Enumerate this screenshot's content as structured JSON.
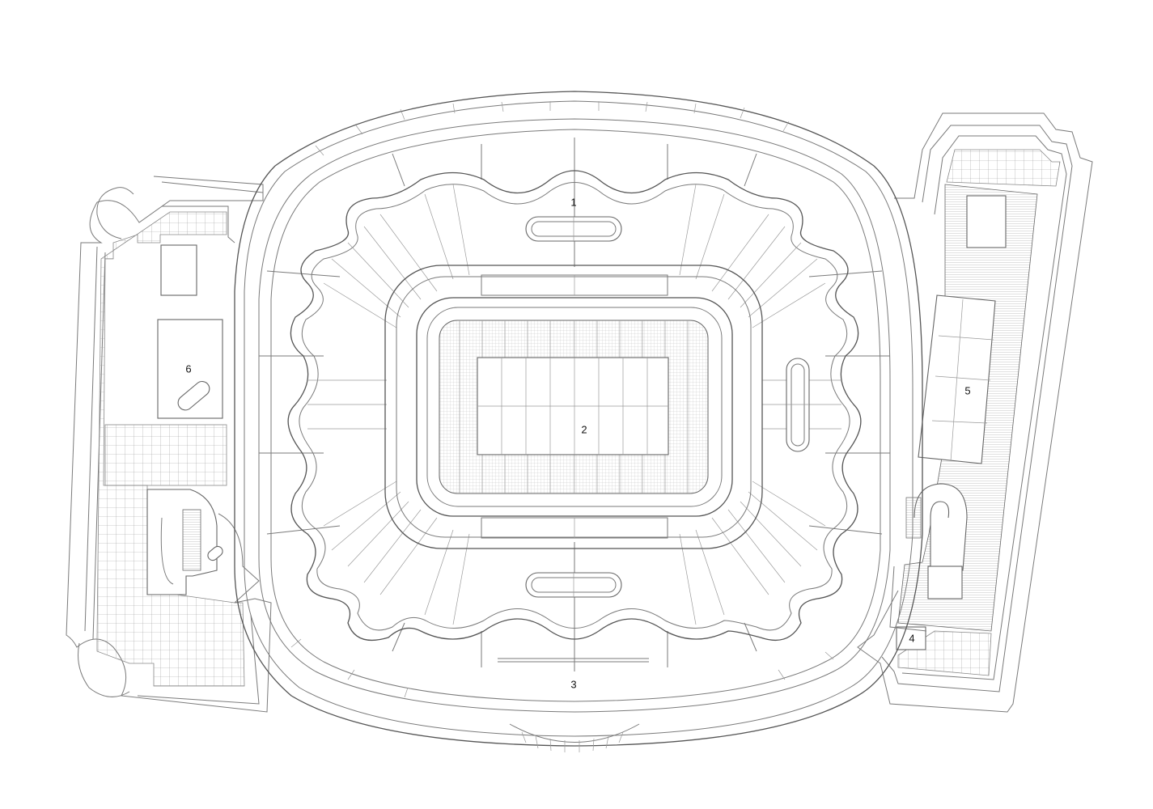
{
  "labels": {
    "n1": "1",
    "n2": "2",
    "n3": "3",
    "n4": "4",
    "n5": "5",
    "n6": "6"
  },
  "colors": {
    "line": "#7a7a7a",
    "background": "#ffffff",
    "text": "#111111"
  }
}
